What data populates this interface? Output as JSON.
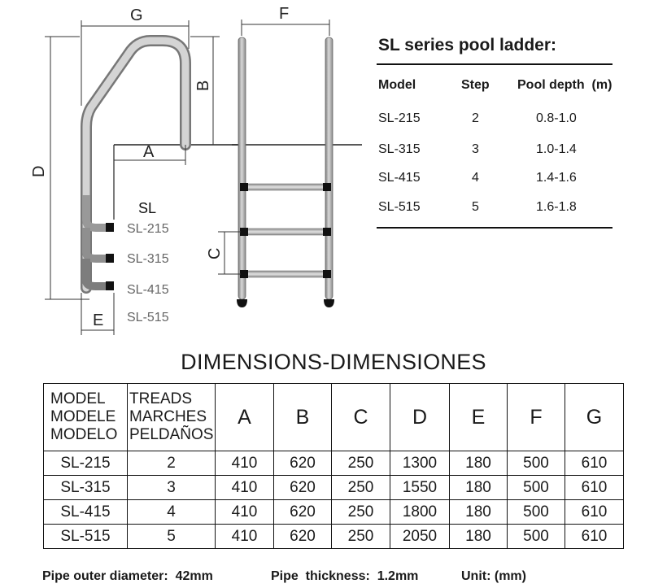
{
  "diagram": {
    "side_view": {
      "dimension_letters": {
        "G": "G",
        "B": "B",
        "A": "A",
        "D": "D",
        "E": "E"
      },
      "series_label": "SL",
      "models": [
        "SL-215",
        "SL-315",
        "SL-415",
        "SL-515"
      ]
    },
    "front_view": {
      "dimension_letters": {
        "F": "F",
        "C": "C"
      }
    }
  },
  "spec_table": {
    "title": "SL series pool ladder:",
    "headers": {
      "model": "Model",
      "step": "Step",
      "depth": "Pool depth  (m)"
    },
    "rows": [
      {
        "model": "SL-215",
        "step": "2",
        "depth": "0.8-1.0"
      },
      {
        "model": "SL-315",
        "step": "3",
        "depth": "1.0-1.4"
      },
      {
        "model": "SL-415",
        "step": "4",
        "depth": "1.4-1.6"
      },
      {
        "model": "SL-515",
        "step": "5",
        "depth": "1.6-1.8"
      }
    ]
  },
  "dimensions_table": {
    "title": "DIMENSIONS-DIMENSIONES",
    "header_model": [
      "MODEL",
      "MODELE",
      "MODELO"
    ],
    "header_treads": [
      "TREADS",
      "MARCHES",
      "PELDAÑOS"
    ],
    "columns": [
      "A",
      "B",
      "C",
      "D",
      "E",
      "F",
      "G"
    ],
    "rows": [
      {
        "model": "SL-215",
        "treads": "2",
        "A": "410",
        "B": "620",
        "C": "250",
        "D": "1300",
        "E": "180",
        "F": "500",
        "G": "610"
      },
      {
        "model": "SL-315",
        "treads": "3",
        "A": "410",
        "B": "620",
        "C": "250",
        "D": "1550",
        "E": "180",
        "F": "500",
        "G": "610"
      },
      {
        "model": "SL-415",
        "treads": "4",
        "A": "410",
        "B": "620",
        "C": "250",
        "D": "1800",
        "E": "180",
        "F": "500",
        "G": "610"
      },
      {
        "model": "SL-515",
        "treads": "5",
        "A": "410",
        "B": "620",
        "C": "250",
        "D": "2050",
        "E": "180",
        "F": "500",
        "G": "610"
      }
    ]
  },
  "footer": {
    "pipe_diameter": "Pipe outer diameter:  42mm",
    "pipe_thickness": "Pipe  thickness:  1.2mm",
    "unit": "Unit: (mm)"
  }
}
